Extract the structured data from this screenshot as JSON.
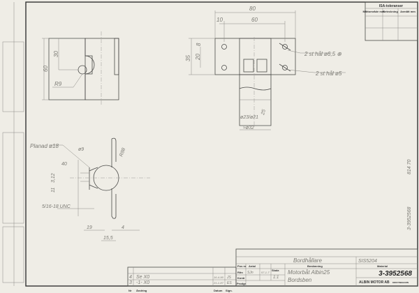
{
  "isa_table": {
    "title": "ISA-toleranser",
    "headers": [
      "Måttområde mm",
      "Beteckning",
      "Avmått mm"
    ]
  },
  "top_view": {
    "dim_overall": "80",
    "dim_holes": "60",
    "dim_edge": "10",
    "dim_height": "35",
    "dim_hole_spacing": "20",
    "dim_small": "8",
    "note_holes_1": "2 st hål ø6,5 ⊕",
    "note_holes_2": "2 st hål ø5",
    "dim_bore": "ø23/ø21",
    "dim_tube": "≈ø32",
    "dim_angle": "25"
  },
  "front_view": {
    "dim_height": "60",
    "dim_hole": "30",
    "dim_radius": "R9"
  },
  "side_view": {
    "note_planed": "Planad ø18",
    "dim_9": "ø9",
    "dim_40": "40",
    "dim_3_12": "3,12",
    "dim_11": "11",
    "thread": "5/16-18 UNC",
    "dim_radius": "R88",
    "dim_19": "19",
    "dim_4": "4",
    "dim_15_5": "15,5"
  },
  "revisions": {
    "rows": [
      {
        "nr": "4",
        "change": "Se X0",
        "date": "16-4-90",
        "sign": "JS"
      },
      {
        "nr": "3",
        "change": "-1- X0",
        "date": "21-1-87",
        "sign": "ES"
      }
    ],
    "headers": {
      "nr": "Nr",
      "change": "Ändring",
      "date": "Datum",
      "sign": "Sign."
    }
  },
  "title_block": {
    "name": "Bordhållare",
    "material_spec": "SIS5204",
    "labels": {
      "pos": "Pos nr",
      "count": "Antal",
      "scale": "Skala",
      "designation": "Benämning",
      "material": "Material",
      "drawn": "Ritn",
      "checked": "Kontr",
      "approved": "Prodgr"
    },
    "drawn_by": "SJn",
    "drawn_date": "57-1-7",
    "scale": "1:1",
    "designation_1": "Motorbåt Albin25",
    "designation_2": "Bordsben",
    "drawing_number": "3-3952568",
    "company": "ALBIN MOTOR AB",
    "company_city": "KRISTINEHAMN"
  },
  "margin": {
    "side_number": "3-3952568",
    "side_ref": "814 70"
  }
}
